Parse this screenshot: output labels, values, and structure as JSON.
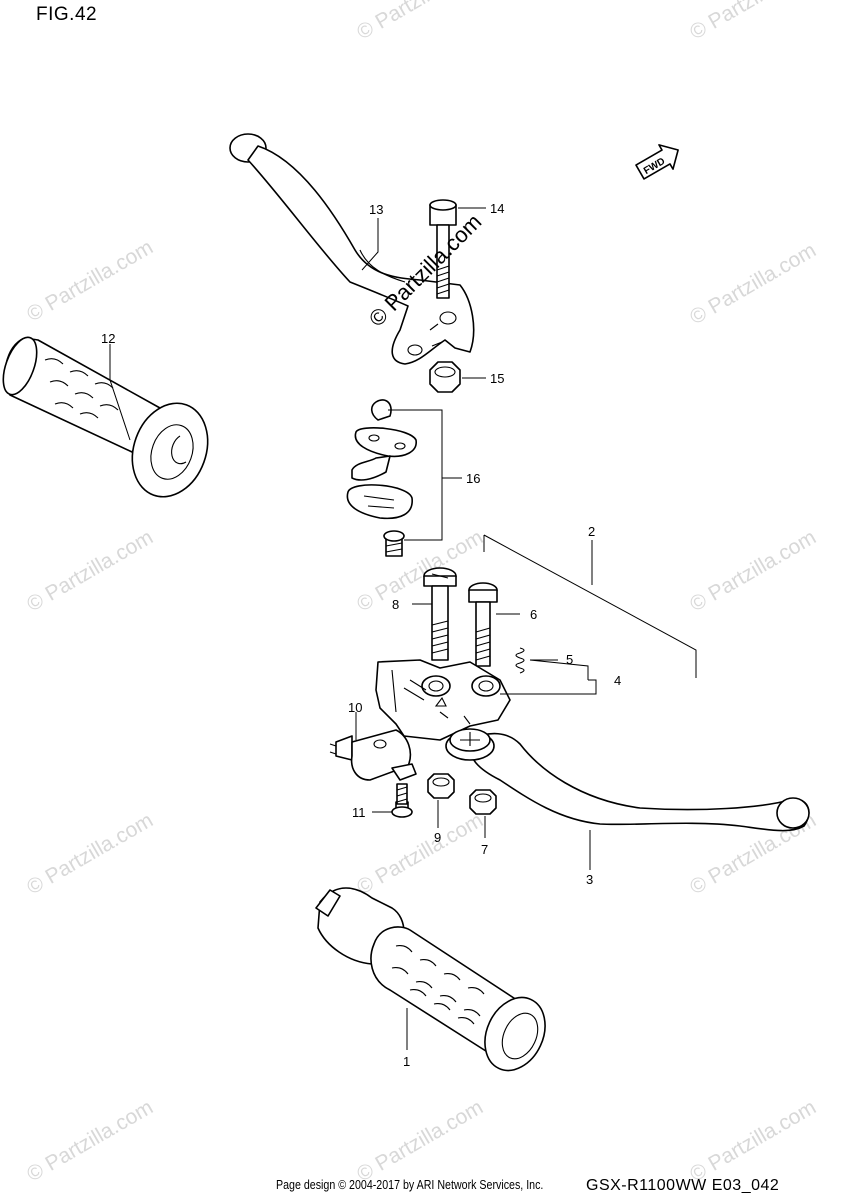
{
  "figure_title": "FIG.42",
  "watermark_text": "© Partzilla.com",
  "center_watermark_text": "© Partzilla.com",
  "fwd_label": "FWD",
  "footer": {
    "credit": "Page design © 2004-2017 by ARI Network Services, Inc.",
    "code": "GSX-R1100WW  E03_042"
  },
  "callouts": [
    {
      "id": "c1",
      "label": "1"
    },
    {
      "id": "c2",
      "label": "2"
    },
    {
      "id": "c3",
      "label": "3"
    },
    {
      "id": "c4",
      "label": "4"
    },
    {
      "id": "c5",
      "label": "5"
    },
    {
      "id": "c6",
      "label": "6"
    },
    {
      "id": "c7",
      "label": "7"
    },
    {
      "id": "c8",
      "label": "8"
    },
    {
      "id": "c9",
      "label": "9"
    },
    {
      "id": "c10",
      "label": "10"
    },
    {
      "id": "c11",
      "label": "11"
    },
    {
      "id": "c12",
      "label": "12"
    },
    {
      "id": "c13",
      "label": "13"
    },
    {
      "id": "c14",
      "label": "14"
    },
    {
      "id": "c15",
      "label": "15"
    },
    {
      "id": "c16",
      "label": "16"
    }
  ]
}
